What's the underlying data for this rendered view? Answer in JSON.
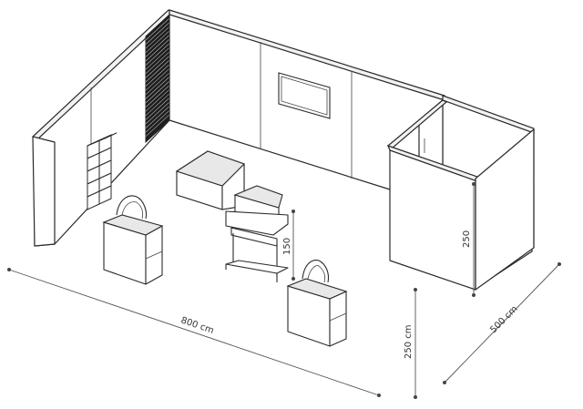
{
  "dimensions": {
    "width_label": "800 cm",
    "depth_label": "500 cm",
    "height_label": "250 cm",
    "cabin_height_label": "250",
    "shelf_height_label": "150"
  },
  "colors": {
    "line": "#2a2a2a",
    "background": "#ffffff",
    "slatwall": "#222222"
  },
  "elements": [
    "back-wall",
    "left-wall",
    "slatwall-panel",
    "picture-frame",
    "cube-shelf",
    "storage-cabin",
    "counter-left",
    "counter-right",
    "display-table",
    "display-rack",
    "chair-left",
    "chair-right"
  ]
}
